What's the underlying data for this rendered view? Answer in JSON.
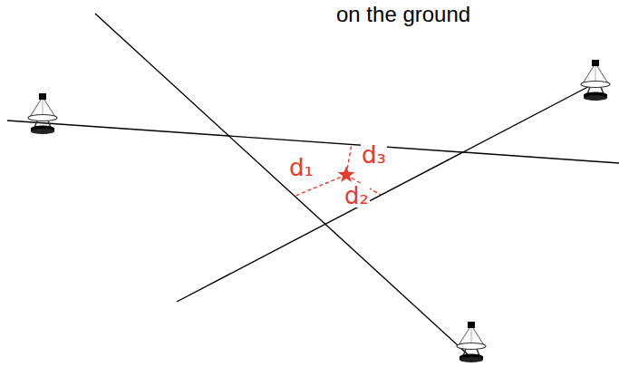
{
  "diagram": {
    "title": "on the ground",
    "labels": [
      "d₁",
      "d₃",
      "d₂"
    ]
  }
}
